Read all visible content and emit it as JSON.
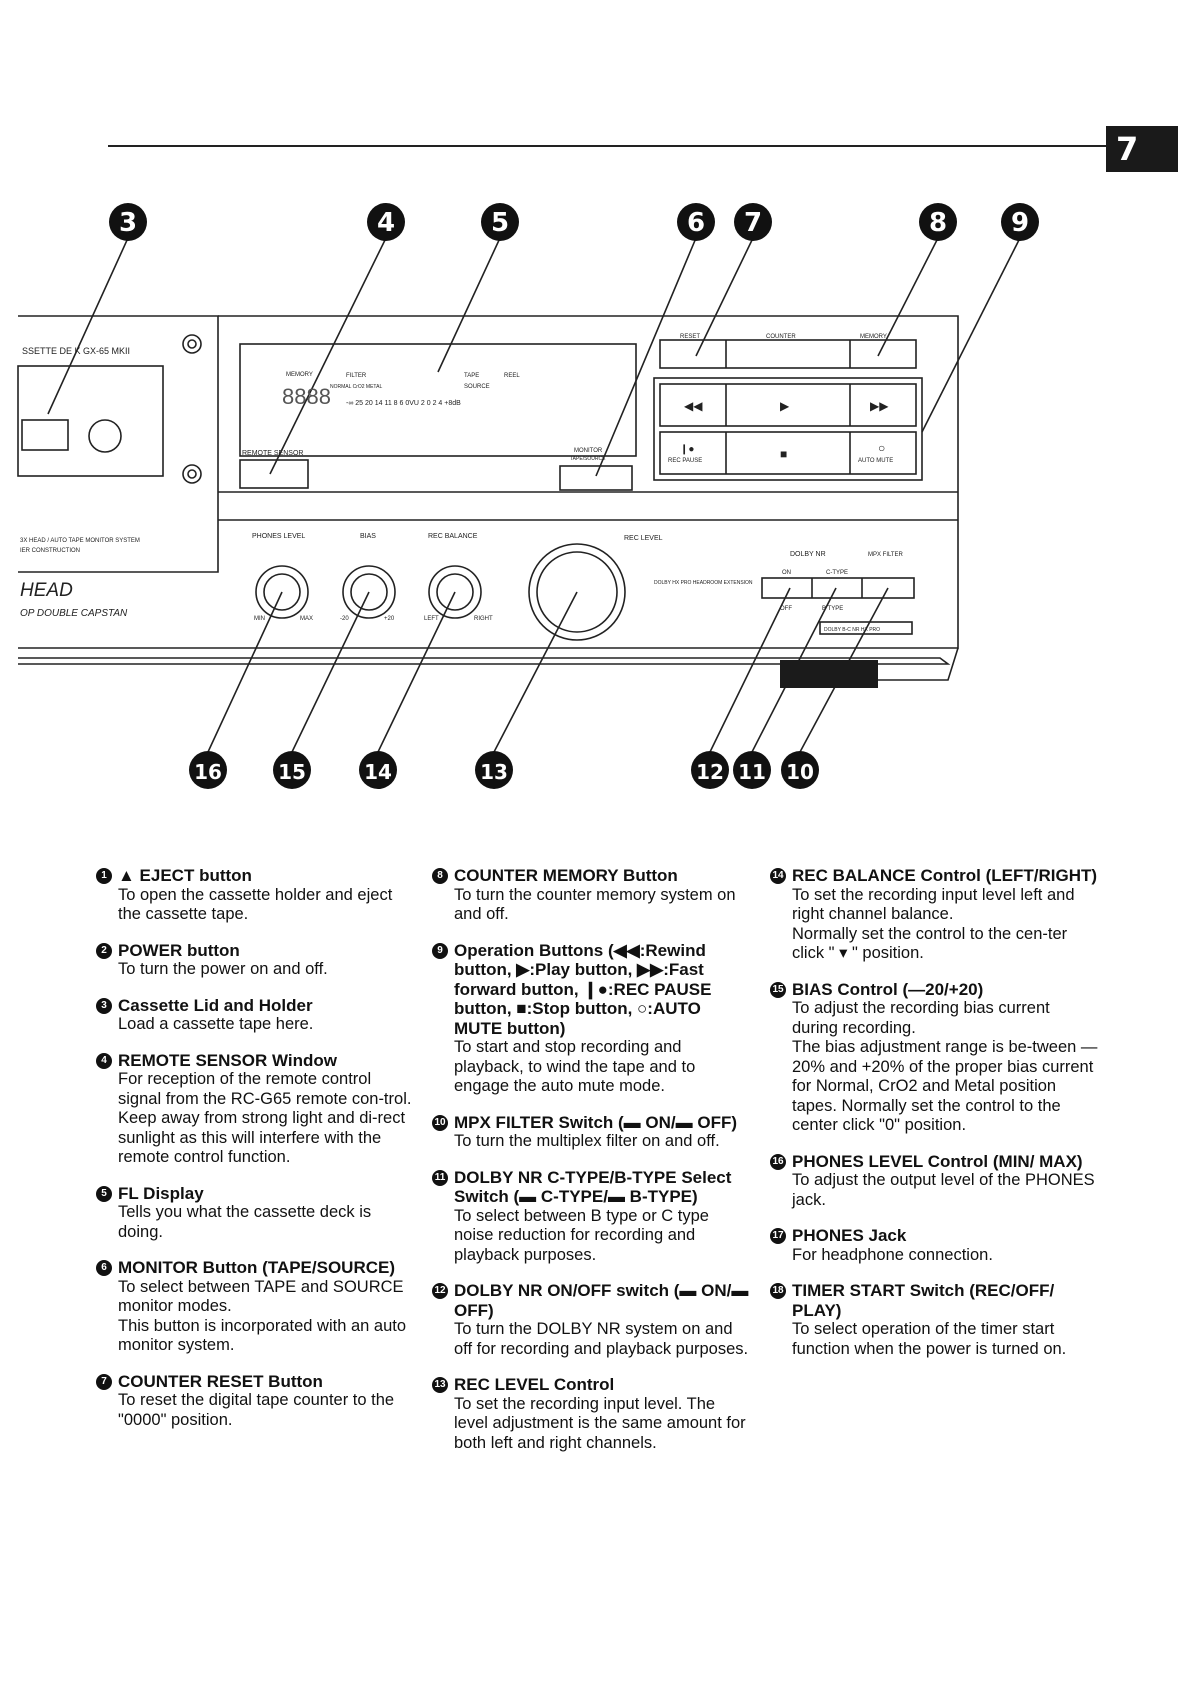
{
  "page_number": "7",
  "diagram": {
    "callouts": [
      "3",
      "4",
      "5",
      "6",
      "7",
      "8",
      "9",
      "16",
      "15",
      "14",
      "13",
      "12",
      "11",
      "10"
    ],
    "deck": {
      "model": "SSETTE DE K GX-65 MKII",
      "remote_sensor": "REMOTE SENSOR",
      "memory": "MEMORY",
      "counter_digits": "8888",
      "fl_filter": "FILTER",
      "fl_normal": "NORMAL CrO2 METAL",
      "fl_tape": "TAPE",
      "fl_reel": "REEL",
      "fl_source": "SOURCE",
      "fl_scale": "-∞ 25 20 14 11 8 6 0VU 2 0 2 4 +8dB",
      "monitor": "MONITOR",
      "tape_source": "TAPE/SOURCE",
      "reset": "RESET",
      "counter": "COUNTER",
      "memory_btn": "MEMORY",
      "rec_pause": "REC PAUSE",
      "auto_mute": "AUTO MUTE",
      "head_system": "3X HEAD / AUTO TAPE MONITOR SYSTEM",
      "construction": "IER CONSTRUCTION",
      "head": "HEAD",
      "capstan": "OP DOUBLE CAPSTAN",
      "phones_level": "PHONES LEVEL",
      "bias": "BIAS",
      "rec_balance": "REC BALANCE",
      "rec_level": "REC LEVEL",
      "min": "MIN",
      "max": "MAX",
      "minus20": "-20",
      "plus20": "+20",
      "left": "LEFT",
      "right": "RIGHT",
      "dolby_hx": "DOLBY HX PRO HEADROOM EXTENSION",
      "dolby_nr": "DOLBY NR",
      "mpx_filter": "MPX FILTER",
      "on": "ON",
      "off": "OFF",
      "c_type": "C-TYPE",
      "b_type": "B TYPE",
      "dolby_badge": "DOLBY B-C NR HX PRO"
    }
  },
  "columns": [
    [
      {
        "n": "1",
        "title": "▲ EJECT button",
        "body": "To open the cassette holder and eject the cassette tape."
      },
      {
        "n": "2",
        "title": "POWER button",
        "body": "To turn the power on and off."
      },
      {
        "n": "3",
        "title": "Cassette Lid and Holder",
        "body": "Load a cassette tape here."
      },
      {
        "n": "4",
        "title": "REMOTE SENSOR Window",
        "body": "For reception of the remote control signal from the RC-G65 remote con-trol.\nKeep away from strong light and di-rect sunlight as this will interfere with the remote control function."
      },
      {
        "n": "5",
        "title": "FL Display",
        "body": "Tells you what the cassette deck is doing."
      },
      {
        "n": "6",
        "title": "MONITOR Button (TAPE/SOURCE)",
        "body": "To select between TAPE and SOURCE monitor modes.\nThis button is incorporated with an auto monitor system."
      },
      {
        "n": "7",
        "title": "COUNTER RESET Button",
        "body": "To reset the digital tape counter to the \"0000\" position."
      }
    ],
    [
      {
        "n": "8",
        "title": "COUNTER MEMORY Button",
        "body": "To turn the counter memory system on and off."
      },
      {
        "n": "9",
        "title": "Operation Buttons (◀◀:Rewind button, ▶:Play button, ▶▶:Fast forward button, ❙●:REC PAUSE button, ■:Stop button, ○:AUTO MUTE button)",
        "body": "To start and stop recording and playback, to wind the tape and to engage the auto mute mode."
      },
      {
        "n": "10",
        "title": "MPX FILTER Switch (▬ ON/▬ OFF)",
        "body": "To turn the multiplex filter on and off."
      },
      {
        "n": "11",
        "title": "DOLBY NR C-TYPE/B-TYPE Select Switch (▬ C-TYPE/▬ B-TYPE)",
        "body": "To select between B type or C type noise reduction for recording and playback purposes."
      },
      {
        "n": "12",
        "title": "DOLBY NR ON/OFF switch (▬ ON/▬ OFF)",
        "body": "To turn the DOLBY NR system on and off for recording and playback purposes."
      },
      {
        "n": "13",
        "title": "REC LEVEL Control",
        "body": "To set the recording input level. The level adjustment is the same amount for both left and right channels."
      }
    ],
    [
      {
        "n": "14",
        "title": "REC BALANCE Control (LEFT/RIGHT)",
        "body": "To set the recording input level left and right channel balance.\nNormally set the control to the cen-ter click \" ▾ \" position."
      },
      {
        "n": "15",
        "title": "BIAS Control (—20/+20)",
        "body": "To adjust the recording bias current during recording.\nThe bias adjustment range is be-tween —20% and +20% of the proper bias current for Normal, CrO2 and Metal position tapes. Normally set the control to the center click \"0\" position."
      },
      {
        "n": "16",
        "title": "PHONES LEVEL Control (MIN/ MAX)",
        "body": "To adjust the output level of the PHONES jack."
      },
      {
        "n": "17",
        "title": "PHONES Jack",
        "body": "For headphone connection."
      },
      {
        "n": "18",
        "title": "TIMER START Switch (REC/OFF/ PLAY)",
        "body": "To select operation of the timer start function when the power is turned on."
      }
    ]
  ]
}
